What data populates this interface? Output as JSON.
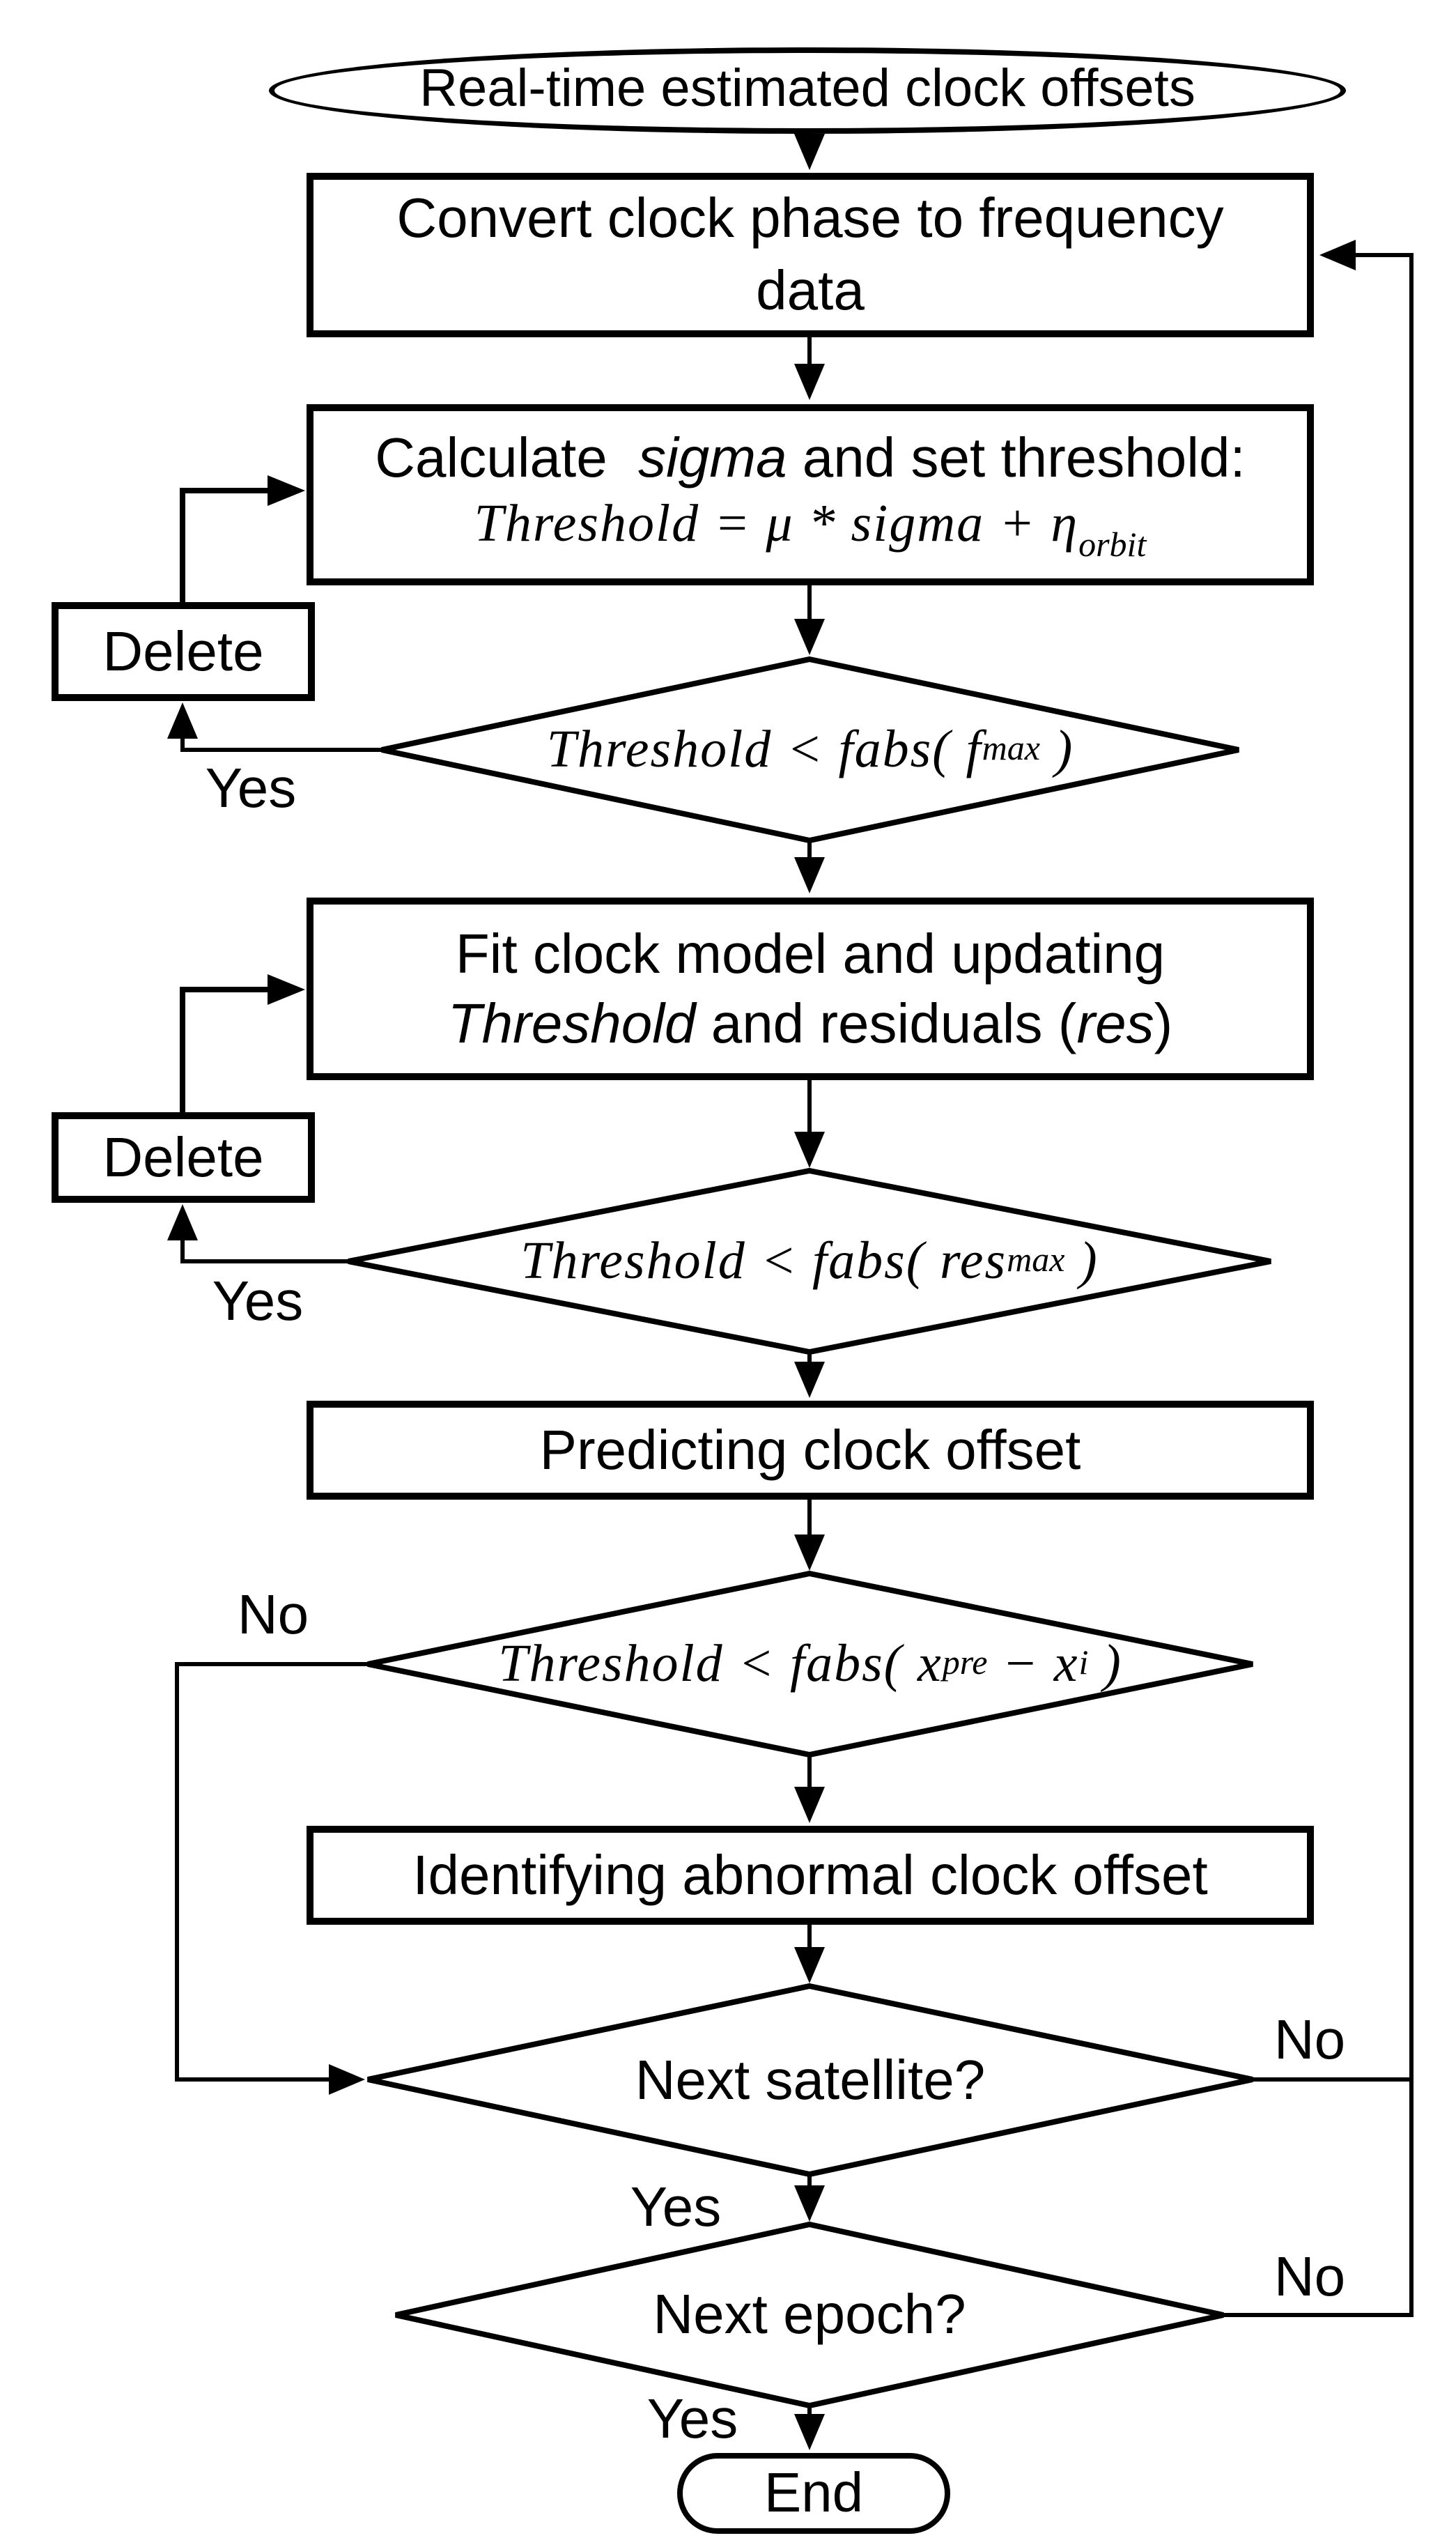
{
  "colors": {
    "line": "#000000",
    "node_fill": "#ffffff",
    "text": "#000000"
  },
  "start": {
    "label": "Real-time estimated clock offsets"
  },
  "convert": {
    "label": "Convert clock phase to frequency data"
  },
  "calculate": {
    "l1a": "Calculate  ",
    "l1b": "sigma",
    "l1c": " and set threshold:",
    "formula": "Threshold = μ * sigma + η",
    "formula_sub": "orbit"
  },
  "delete1": {
    "label": "Delete"
  },
  "delete2": {
    "label": "Delete"
  },
  "d1": {
    "pre": "Threshold < fabs( f",
    "sub": "max",
    "post": " )"
  },
  "fit": {
    "line1": "Fit clock model and updating",
    "l2a": "Threshold",
    "l2b": " and residuals (",
    "l2c": "res",
    "l2d": ")"
  },
  "d2": {
    "pre": "Threshold < fabs( res",
    "sub": "max",
    "post": " )"
  },
  "predict": {
    "label": "Predicting clock offset"
  },
  "d3": {
    "p1": "Threshold < fabs( x",
    "s1": "pre",
    "p2": " − x",
    "s2": "i",
    "p3": " )"
  },
  "identify": {
    "label": "Identifying abnormal clock offset"
  },
  "d4": {
    "label": "Next satellite?"
  },
  "d5": {
    "label": "Next epoch?"
  },
  "end": {
    "label": "End"
  },
  "labels": {
    "yes1": "Yes",
    "yes2": "Yes",
    "no_predict": "No",
    "no_satellite": "No",
    "yes_satellite": "Yes",
    "no_epoch": "No",
    "yes_epoch": "Yes"
  }
}
